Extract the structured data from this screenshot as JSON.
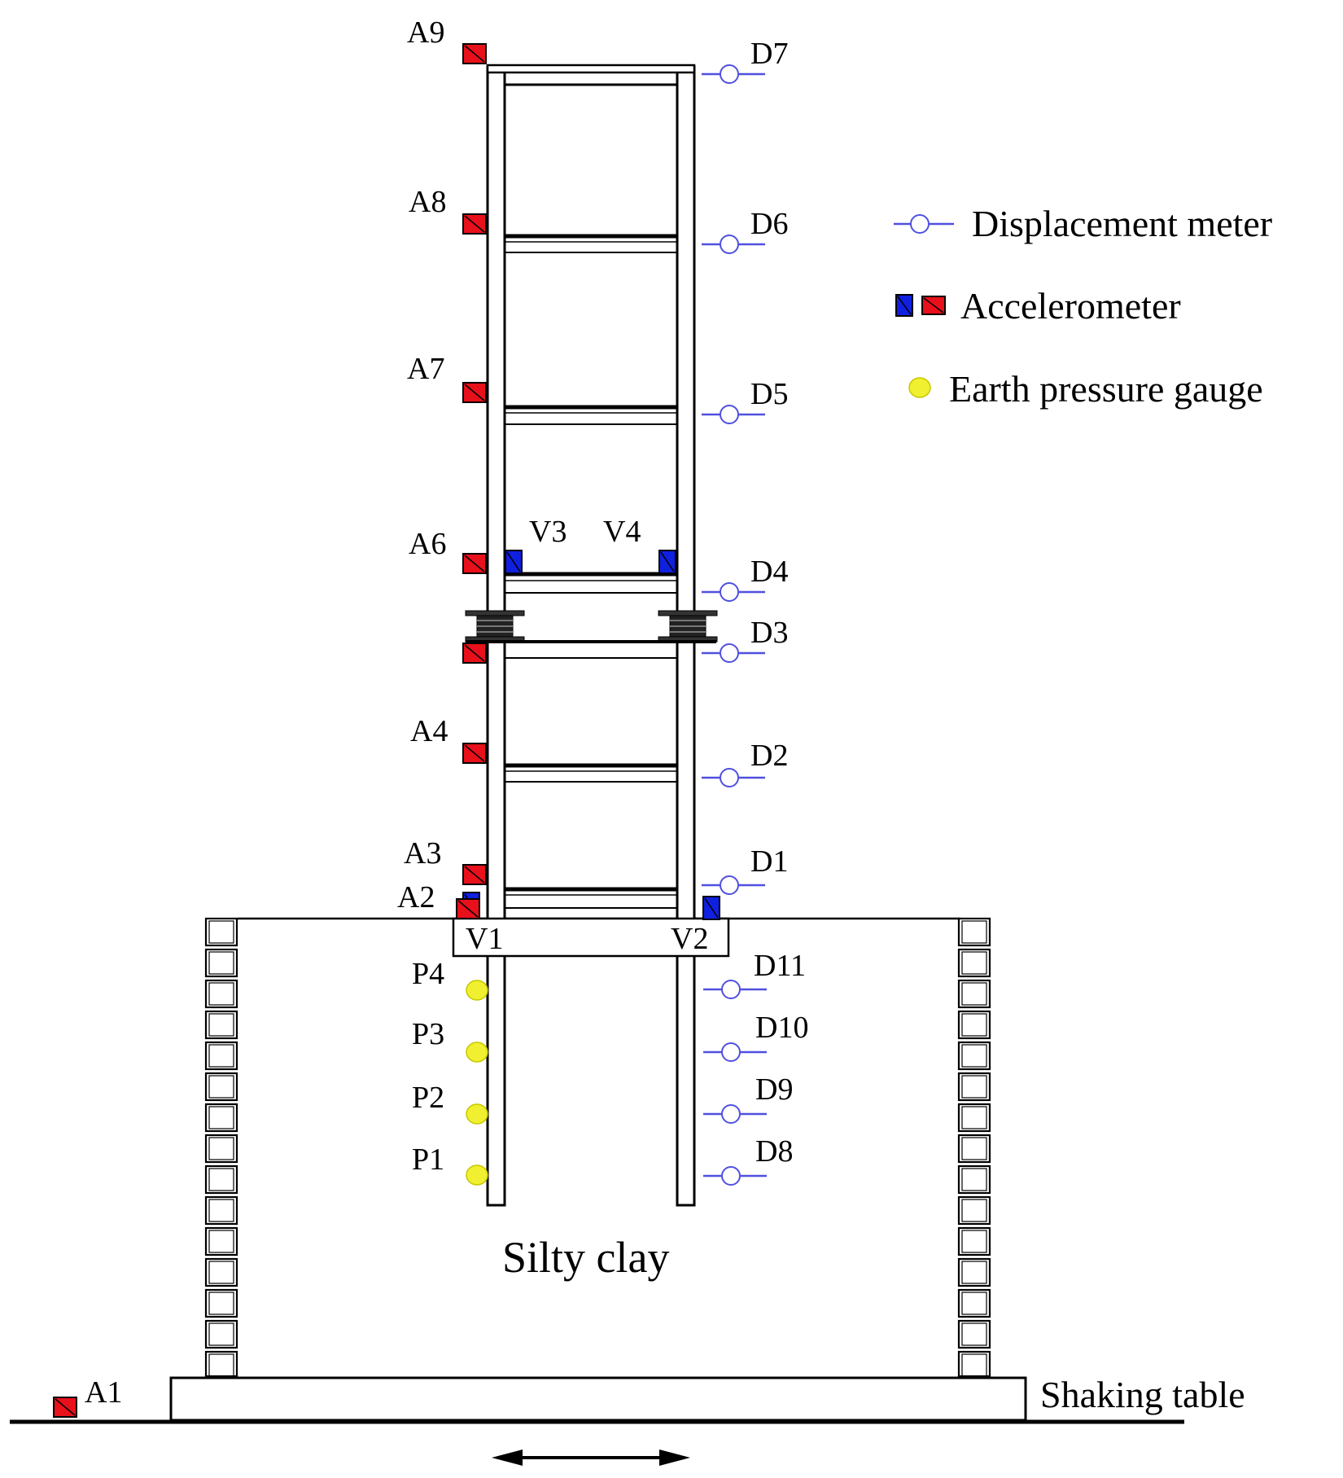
{
  "legend": {
    "displacement": "Displacement meter",
    "accelerometer": "Accelerometer",
    "pressure": "Earth pressure gauge"
  },
  "labels": {
    "soil": "Silty clay",
    "table": "Shaking table"
  },
  "accelerometers": [
    "A9",
    "A8",
    "A7",
    "A6",
    "A4",
    "A3",
    "A2",
    "A1"
  ],
  "vertical_accelerometers": [
    "V1",
    "V2",
    "V3",
    "V4"
  ],
  "displacement_meters": [
    "D7",
    "D6",
    "D5",
    "D4",
    "D3",
    "D2",
    "D1",
    "D11",
    "D10",
    "D9",
    "D8"
  ],
  "pressure_gauges": [
    "P4",
    "P3",
    "P2",
    "P1"
  ],
  "colors": {
    "accelerometer_horizontal": "#e8101a",
    "accelerometer_vertical": "#1020e0",
    "displacement_meter": "#5050e0",
    "pressure_gauge": "#f0f030",
    "structure": "#000000"
  }
}
